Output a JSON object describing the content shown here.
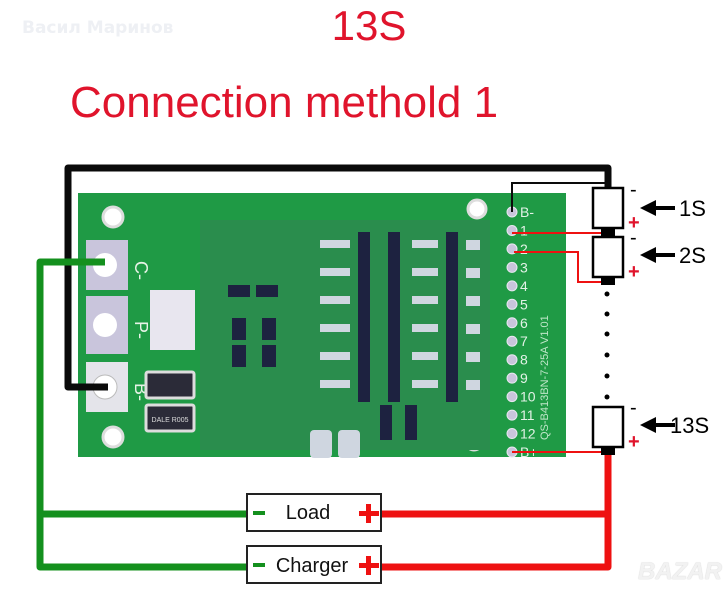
{
  "watermark": "Васил Маринов",
  "title": {
    "line1": "13S",
    "line2": "Connection methold 1"
  },
  "board": {
    "pads": [
      "C-",
      "P-",
      "B-"
    ],
    "pins": [
      "B-",
      "1",
      "2",
      "3",
      "4",
      "5",
      "6",
      "7",
      "8",
      "9",
      "10",
      "11",
      "12",
      "B+"
    ],
    "shunt_label": "DALE R005",
    "silkscreen": "QS-B413BN-7-25A V1.01"
  },
  "cells": [
    {
      "label": "1S",
      "minus": "-",
      "plus": "+"
    },
    {
      "label": "2S",
      "minus": "-",
      "plus": "+"
    },
    {
      "label": "13S",
      "minus": "-",
      "plus": "+"
    }
  ],
  "boxes": [
    {
      "label": "Load",
      "minus": "-",
      "plus": "+"
    },
    {
      "label": "Charger",
      "minus": "-",
      "plus": "+"
    }
  ],
  "brand_mark": "BAZAR",
  "colors": {
    "title": "#e0142c",
    "pcb": "#1f9a45",
    "wire_negative": "#14901e",
    "wire_positive": "#ee1111",
    "wire_black": "#0a0a0a"
  }
}
